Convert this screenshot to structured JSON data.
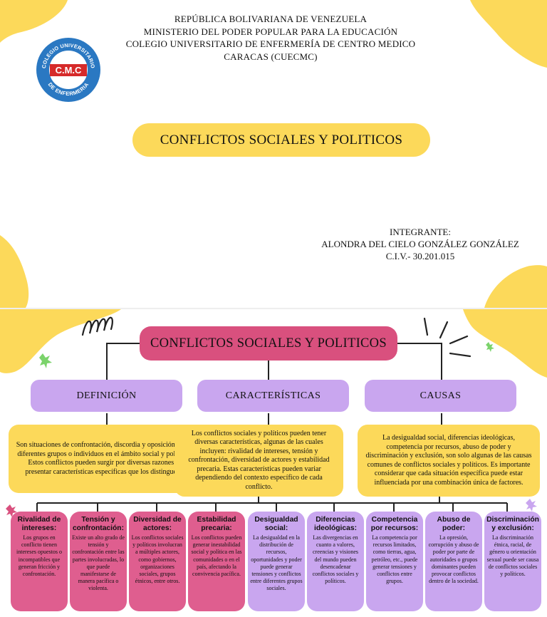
{
  "header": {
    "line1": "REPÚBLICA BOLIVARIANA DE VENEZUELA",
    "line2": "MINISTERIO DEL PODER POPULAR PARA LA EDUCACIÓN",
    "line3": "COLEGIO UNIVERSITARIO DE ENFERMERÍA DE CENTRO MEDICO",
    "line4": "CARACAS (CUECMC)"
  },
  "logo": {
    "top_text": "COLEGIO UNIVERSITARIO",
    "center_text": "C.M.C",
    "bottom_text": "DE ENFERMERIA"
  },
  "cover_title": "CONFLICTOS SOCIALES Y POLITICOS",
  "integrante": {
    "label": "INTEGRANTE:",
    "name": "ALONDRA DEL CIELO GONZÁLEZ GONZÁLEZ",
    "id": "C.I.V.- 30.201.015"
  },
  "map": {
    "title": "CONFLICTOS SOCIALES Y POLITICOS",
    "branches": [
      {
        "label": "DEFINICIÓN",
        "text": "Son situaciones de confrontación, discordia y oposición entre diferentes grupos o individuos en el ámbito social y político. Estos conflictos pueden surgir por diversas razones y presentar características específicas que los distinguen."
      },
      {
        "label": "CARACTERÍSTICAS",
        "text": "Los conflictos sociales y políticos pueden tener diversas características, algunas de las cuales incluyen: rivalidad de intereses, tensión y confrontación, diversidad de actores y estabilidad precaria. Estas características pueden variar dependiendo del contexto específico de cada conflicto."
      },
      {
        "label": "CAUSAS",
        "text": "La desigualdad social, diferencias ideológicas, competencia por recursos, abuso de poder y discriminación y exclusión, son solo algunas de las causas comunes de conflictos sociales y políticos. Es importante considerar que cada situación específica puede estar influenciada por una combinación única de factores."
      }
    ],
    "cards": [
      {
        "title": "Rivalidad de intereses:",
        "text": "Los grupos en conflicto tienen intereses opuestos o incompatibles que generan fricción y confrontación."
      },
      {
        "title": "Tensión y confrontación:",
        "text": "Existe un alto grado de tensión y confrontación entre las partes involucradas, lo que puede manifestarse de manera pacífica o violenta."
      },
      {
        "title": "Diversidad de actores:",
        "text": "Los conflictos sociales y políticos involucran a múltiples actores, como gobiernos, organizaciones sociales, grupos étnicos, entre otros."
      },
      {
        "title": "Estabilidad precaria:",
        "text": "Los conflictos pueden generar inestabilidad social y política en las comunidades o en el país, afectando la convivencia pacífica."
      },
      {
        "title": "Desigualdad social:",
        "text": "La desigualdad en la distribución de recursos, oportunidades y poder puede generar tensiones y conflictos entre diferentes grupos sociales."
      },
      {
        "title": "Diferencias ideológicas:",
        "text": "Las divergencias en cuanto a valores, creencias y visiones del mundo pueden desencadenar conflictos sociales y políticos."
      },
      {
        "title": "Competencia por recursos:",
        "text": "La competencia por recursos limitados, como tierras, agua, petróleo, etc., puede generar tensiones y conflictos entre grupos."
      },
      {
        "title": "Abuso de poder:",
        "text": "La opresión, corrupción y abuso de poder por parte de autoridades o grupos dominantes pueden provocar conflictos dentro de la sociedad."
      },
      {
        "title": "Discriminación y exclusión:",
        "text": "La discriminación étnica, racial, de género u orientación sexual puede ser causa de conflictos sociales y políticos."
      }
    ]
  },
  "colors": {
    "yellow": "#fcd95a",
    "pink": "#d9507e",
    "lavender": "#c9a6ef"
  }
}
